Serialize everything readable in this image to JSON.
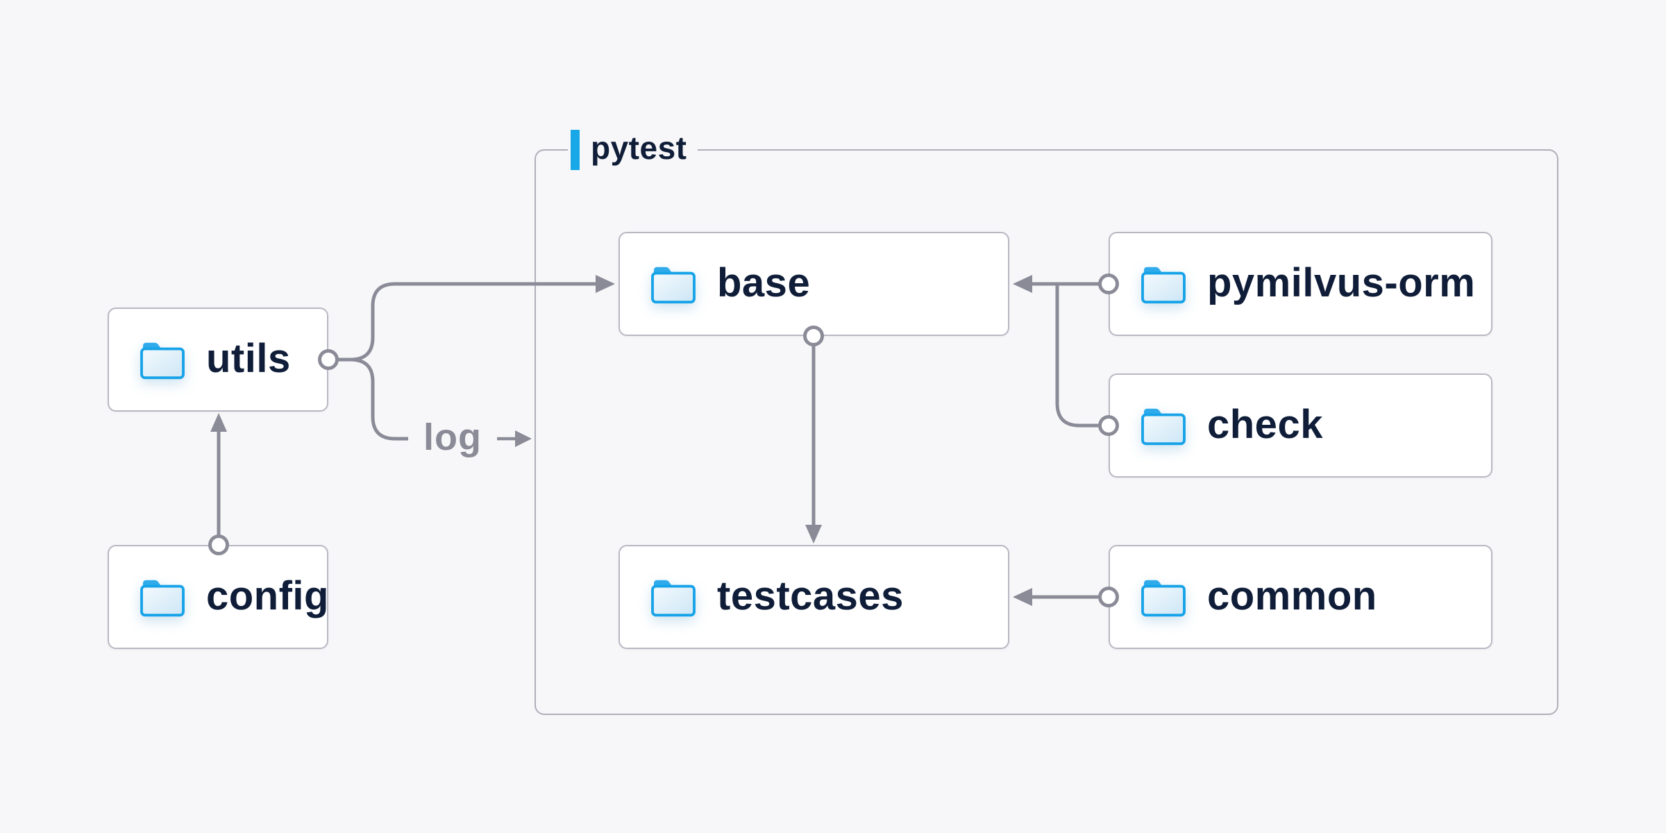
{
  "diagram": {
    "group": {
      "label": "pytest",
      "accent_color": "#18a8e8"
    },
    "log_label": "log",
    "nodes": [
      {
        "id": "utils",
        "label": "utils"
      },
      {
        "id": "config",
        "label": "config"
      },
      {
        "id": "base",
        "label": "base"
      },
      {
        "id": "testcases",
        "label": "testcases"
      },
      {
        "id": "pymilvus-orm",
        "label": "pymilvus-orm"
      },
      {
        "id": "check",
        "label": "check"
      },
      {
        "id": "common",
        "label": "common"
      }
    ],
    "edges": [
      {
        "from": "config",
        "to": "utils"
      },
      {
        "from": "utils",
        "to": "base"
      },
      {
        "from": "utils",
        "to": "pytest-group",
        "label": "log"
      },
      {
        "from": "base",
        "to": "testcases"
      },
      {
        "from": "pymilvus-orm",
        "to": "base"
      },
      {
        "from": "check",
        "to": "base"
      },
      {
        "from": "common",
        "to": "testcases"
      }
    ],
    "colors": {
      "background": "#f7f7f9",
      "node_background": "#ffffff",
      "node_border": "#b7b8c2",
      "group_border": "#aeafba",
      "edge": "#8a8b97",
      "text": "#0f1d38",
      "accent_blue": "#18a8e8",
      "folder_stroke": "#17a3e8"
    }
  }
}
